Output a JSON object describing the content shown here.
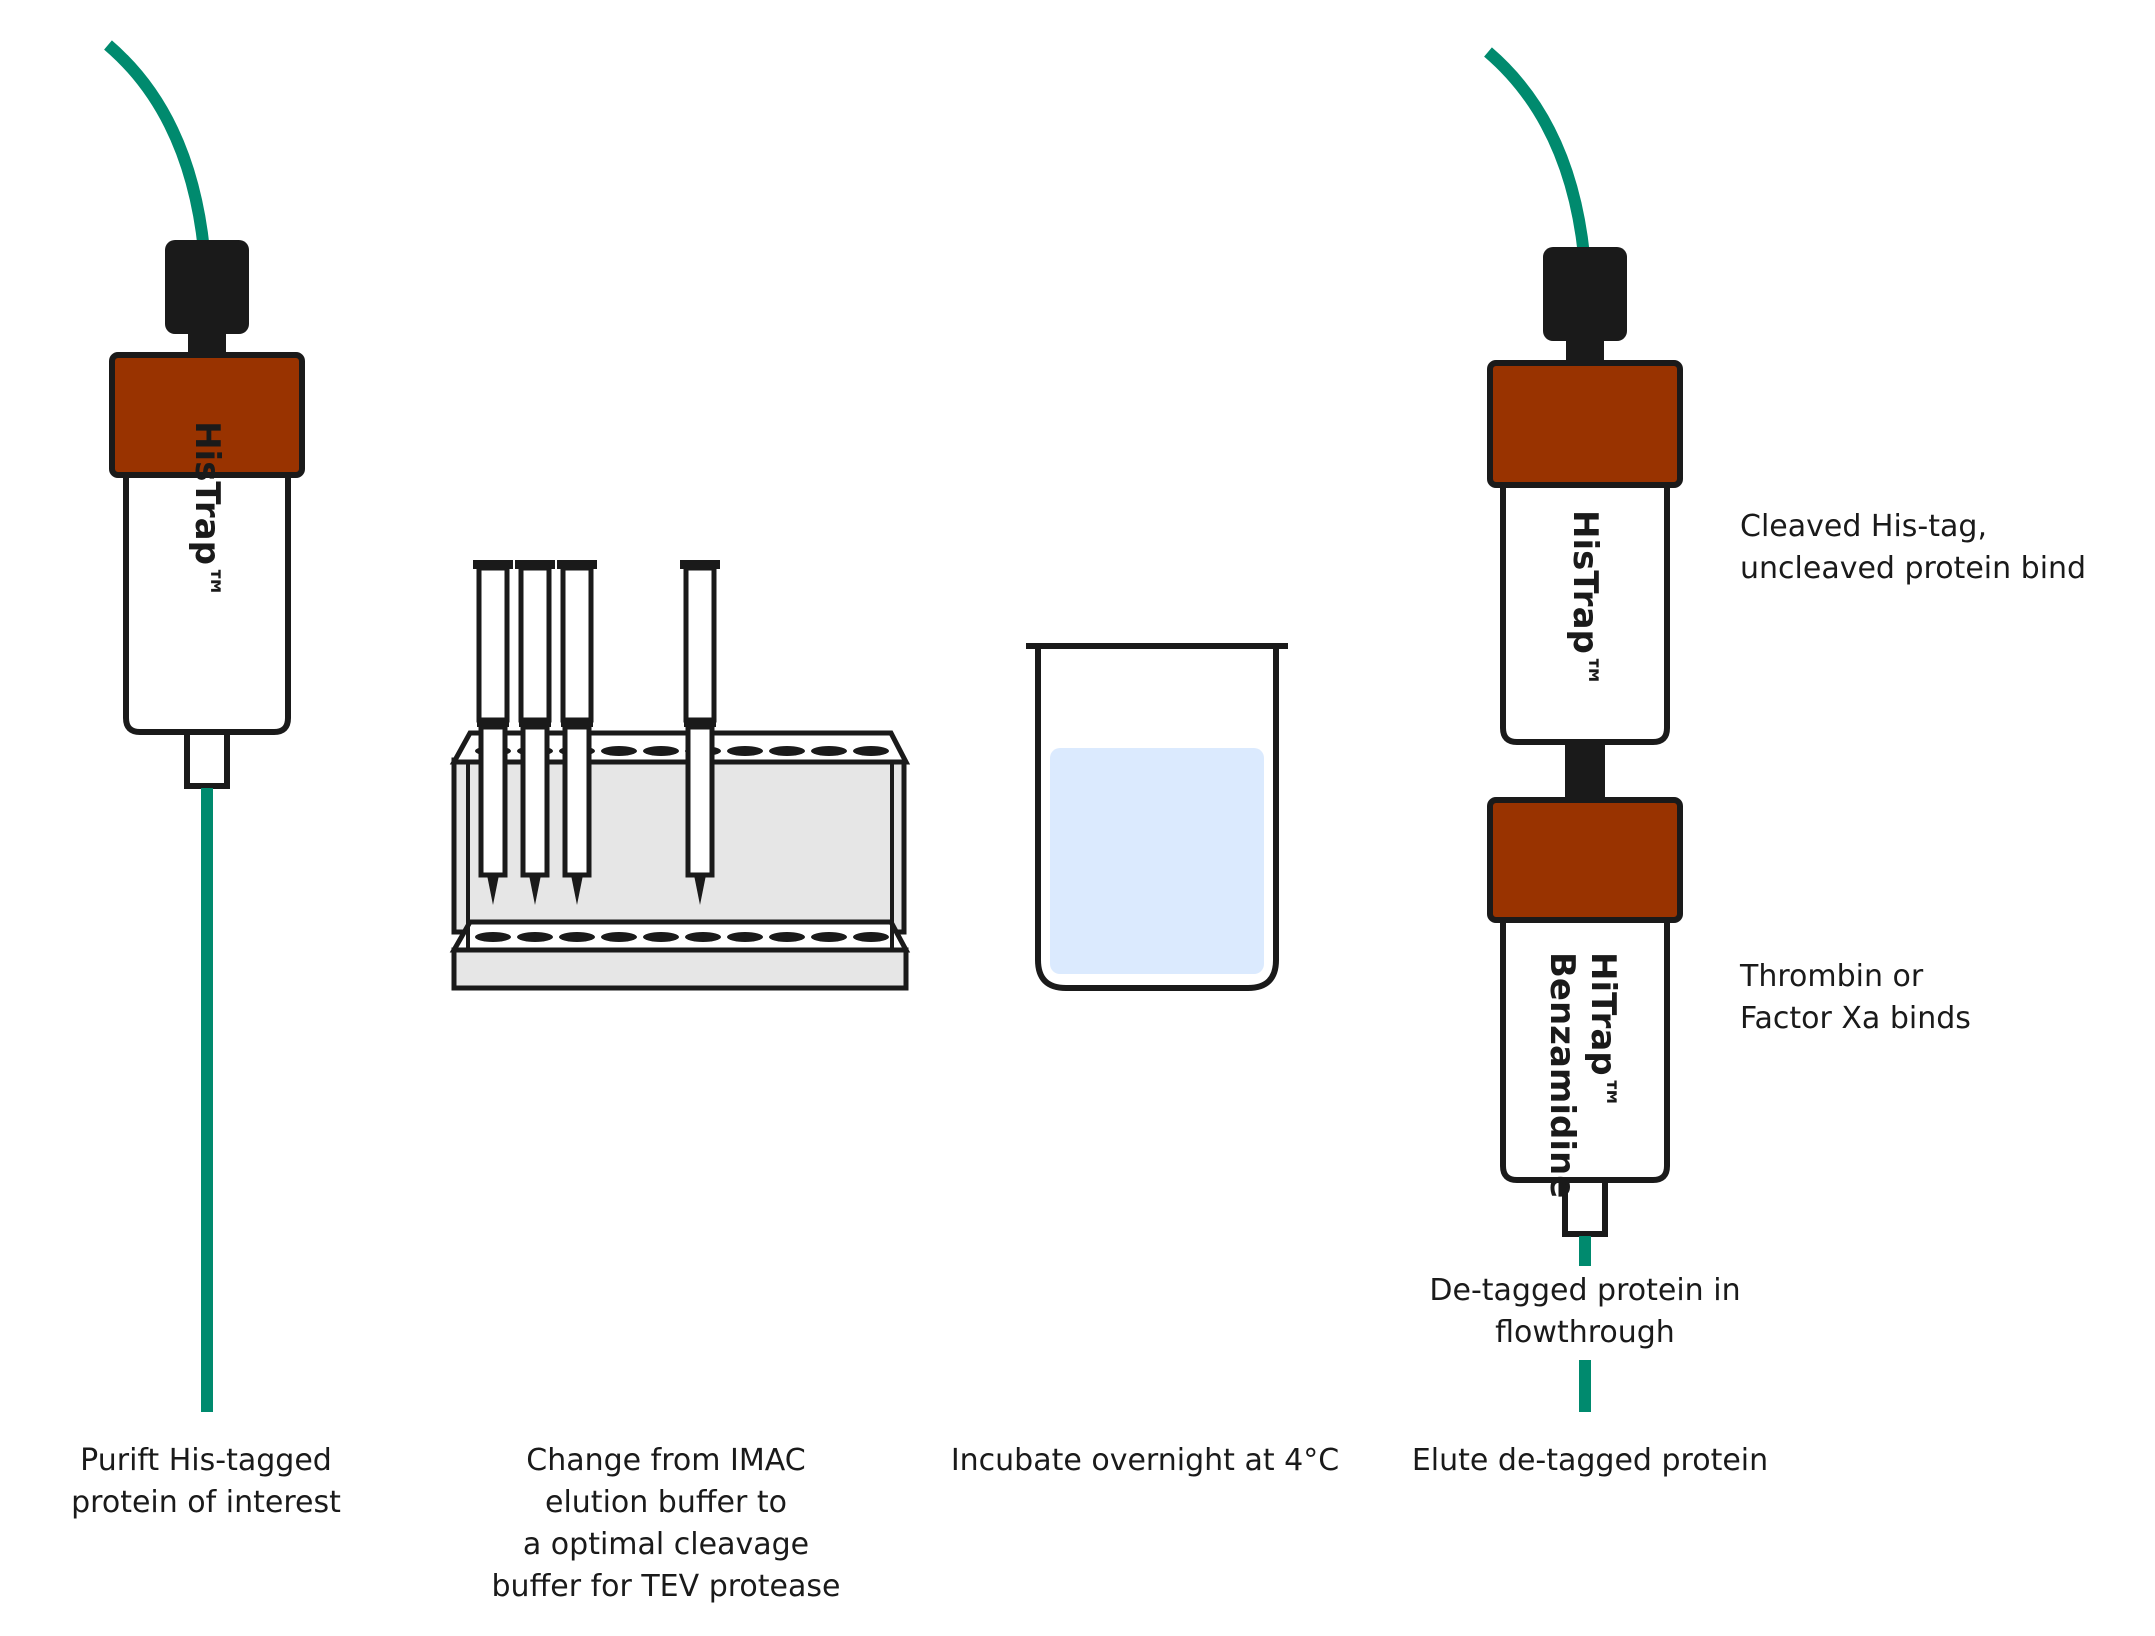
{
  "colors": {
    "tubing": "#008a6e",
    "cap": "#1a1a1a",
    "column_band": "#993300",
    "outline": "#1a1a1a",
    "rack_fill": "#e6e6e6",
    "liquid": "#dbeafe"
  },
  "step1": {
    "column_label": "HisTrap™",
    "caption": "Purift His-tagged\nprotein of interest"
  },
  "step2": {
    "caption": "Change from IMAC\nelution buffer to\na optimal cleavage\nbuffer for TEV protease"
  },
  "step3": {
    "caption": "Incubate overnight at 4°C"
  },
  "step4": {
    "top_column_label": "HisTrap™",
    "bottom_column_label_line1": "HiTrap™",
    "bottom_column_label_line2": "Benzamidine",
    "top_note": "Cleaved His-tag,\nuncleaved protein bind",
    "bottom_note": "Thrombin or\nFactor Xa binds",
    "flowthrough_note": "De-tagged protein in\nflowthrough",
    "caption": "Elute de-tagged protein"
  }
}
